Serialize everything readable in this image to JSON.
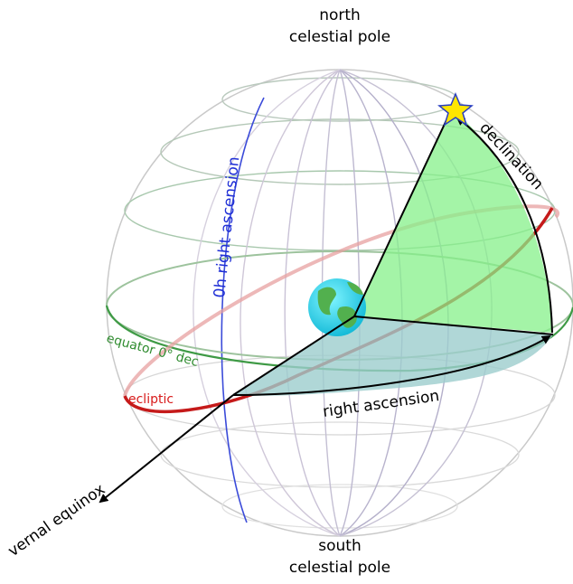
{
  "labels": {
    "north_line1": "north",
    "north_line2": "celestial pole",
    "south_line1": "south",
    "south_line2": "celestial pole",
    "zero_ra": "0h right ascension",
    "declination": "declination",
    "equator": "equator  0° dec",
    "ecliptic": "ecliptic",
    "right_ascension": "right ascension",
    "vernal_equinox": "vernal equinox"
  },
  "colors": {
    "zero_ra_text": "#1f2fd6",
    "equator_text": "#2e8b2e",
    "ecliptic_text": "#d81b1b",
    "declination_fill": "#86f08a",
    "ra_fill": "#9ccdcd",
    "star": "#ffe600",
    "earth_ocean": "#18e0ee",
    "earth_land": "#52b04e"
  }
}
